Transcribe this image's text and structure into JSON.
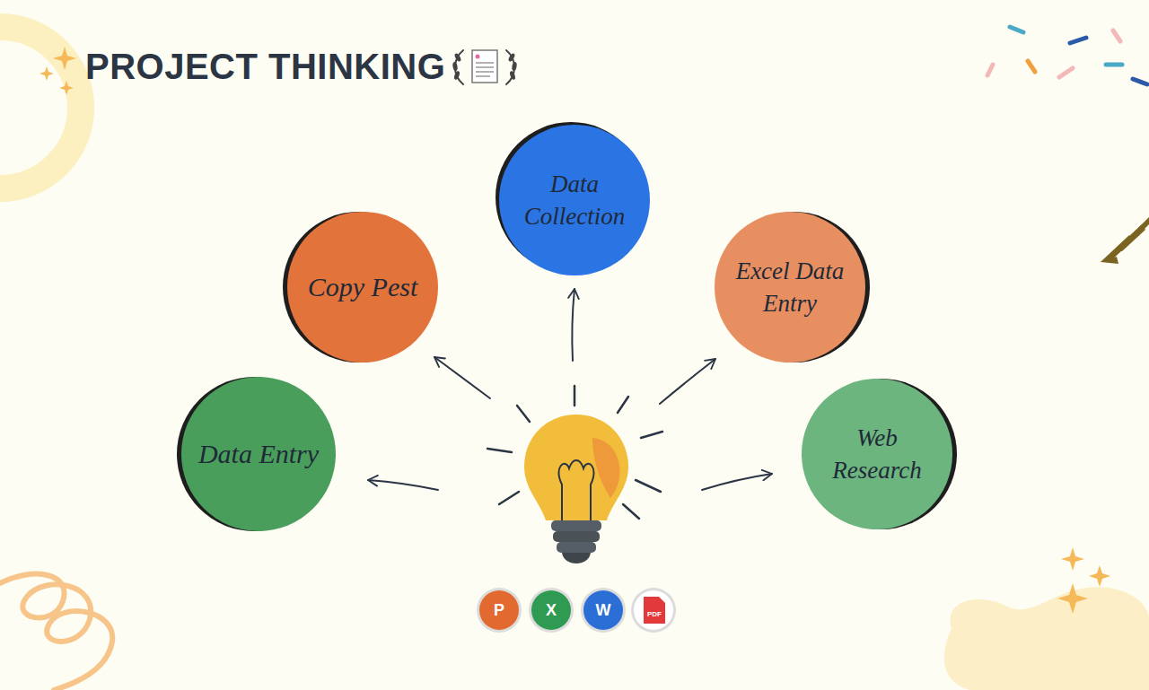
{
  "diagram": {
    "title": "PROJECT THINKING",
    "nodes": [
      {
        "text": [
          "Data Collection"
        ]
      },
      {
        "text": [
          "Copy Pest"
        ]
      },
      {
        "text": [
          "Excel Data Entry"
        ]
      },
      {
        "text": [
          "Data Entry"
        ]
      },
      {
        "text": [
          "Web Research"
        ]
      }
    ],
    "labels": [
      "P",
      "X",
      "W",
      "PDF"
    ]
  }
}
